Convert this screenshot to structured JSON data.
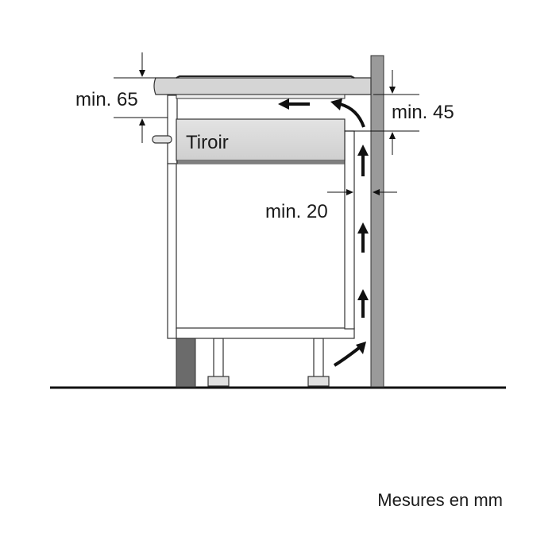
{
  "diagram": {
    "drawer_label": "Tiroir",
    "dimensions": {
      "front_gap": "min. 65",
      "rear_gap": "min. 45",
      "wall_gap": "min. 20"
    },
    "footer": "Mesures en mm"
  }
}
